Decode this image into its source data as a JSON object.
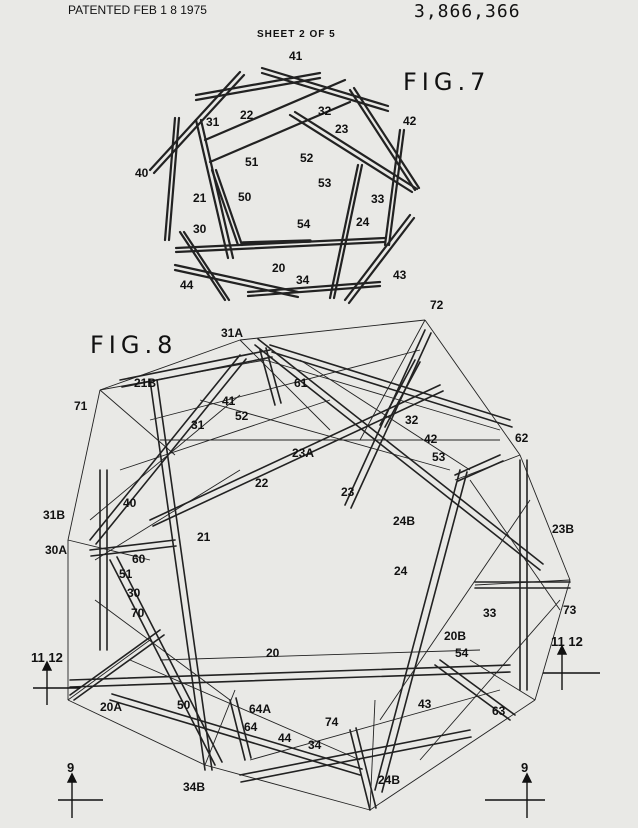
{
  "header": {
    "patented": "PATENTED FEB 1 8 1975",
    "patent_number": "3,866,366",
    "sheet": "SHEET 2 OF 5"
  },
  "figures": {
    "fig7": "FIG.7",
    "fig8": "FIG.8"
  },
  "fig7_labels": {
    "l41": "41",
    "l31": "31",
    "l22": "22",
    "l32": "32",
    "l23": "23",
    "l42": "42",
    "l51": "51",
    "l52": "52",
    "l40": "40",
    "l53": "53",
    "l21": "21",
    "l50": "50",
    "l33": "33",
    "l30": "30",
    "l54": "54",
    "l24": "24",
    "l20": "20",
    "l43": "43",
    "l44": "44",
    "l34": "34"
  },
  "fig8_labels": {
    "l72": "72",
    "l31A": "31A",
    "l21B": "21B",
    "l71": "71",
    "l41": "41",
    "l61": "61",
    "l52": "52",
    "l31": "31",
    "l32": "32",
    "l42": "42",
    "l62": "62",
    "l53": "53",
    "l23A": "23A",
    "l22": "22",
    "l23": "23",
    "l24B": "24B",
    "l31B": "31B",
    "l40": "40",
    "l21": "21",
    "l23B": "23B",
    "l30A": "30A",
    "l60": "60",
    "l51": "51",
    "l24": "24",
    "l30": "30",
    "l73": "73",
    "l33": "33",
    "l70": "70",
    "l20B": "20B",
    "l54": "54",
    "l20": "20",
    "l11_12_left": "11 12",
    "l11_12_right": "11 12",
    "l20A": "20A",
    "l50": "50",
    "l64A": "64A",
    "l43": "43",
    "l63": "63",
    "l74": "74",
    "l64": "64",
    "l44": "44",
    "l34": "34",
    "l34B": "34B",
    "l24B_bottom": "24B",
    "l9_left": "9",
    "l9_right": "9"
  }
}
